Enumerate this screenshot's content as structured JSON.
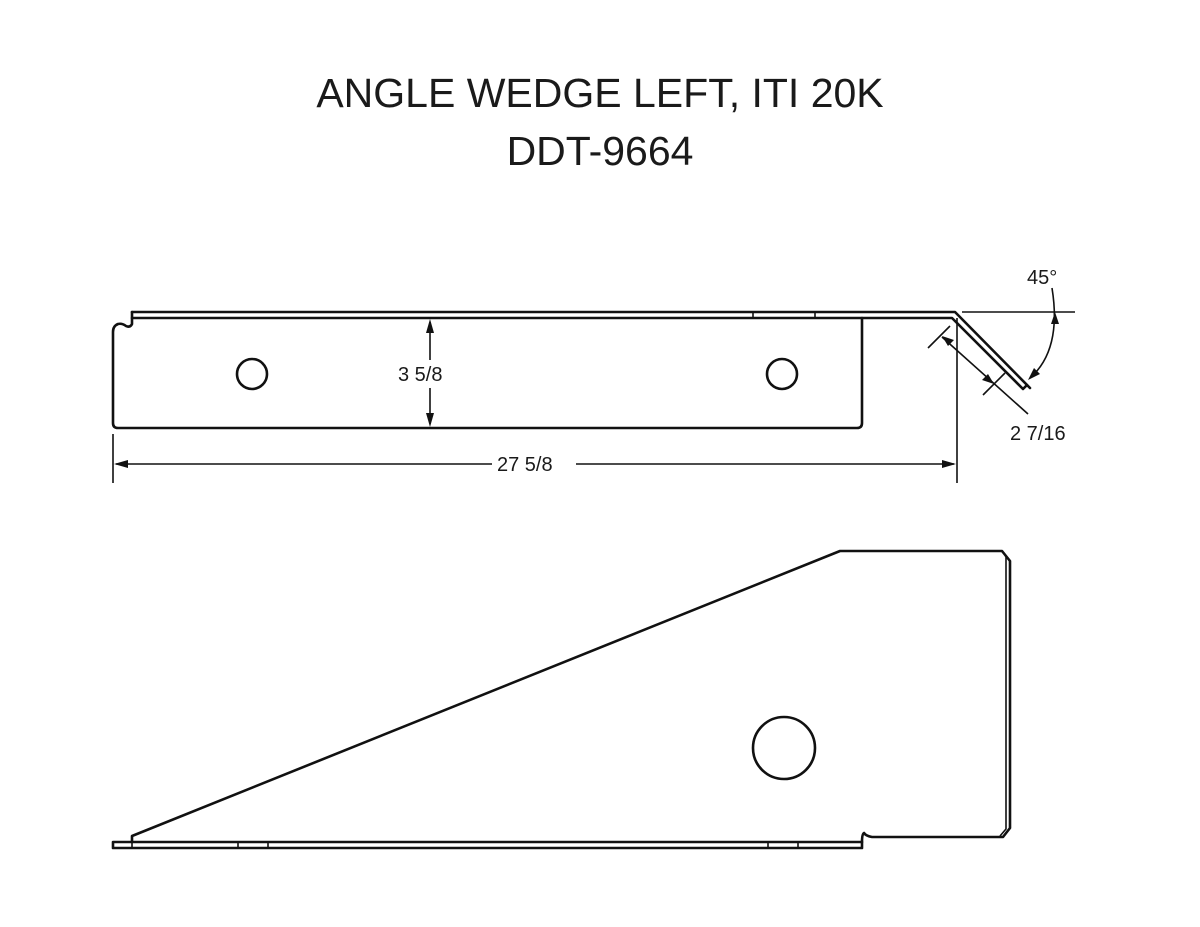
{
  "title": {
    "line1": "ANGLE WEDGE LEFT, ITI 20K",
    "line2": "DDT-9664"
  },
  "top_view": {
    "dimensions": {
      "height": "3 5/8",
      "length": "27 5/8",
      "flange": "2 7/16",
      "angle": "45°"
    },
    "holes": 2
  },
  "side_view": {
    "holes": 1
  },
  "colors": {
    "line": "#111111",
    "background": "#ffffff"
  }
}
